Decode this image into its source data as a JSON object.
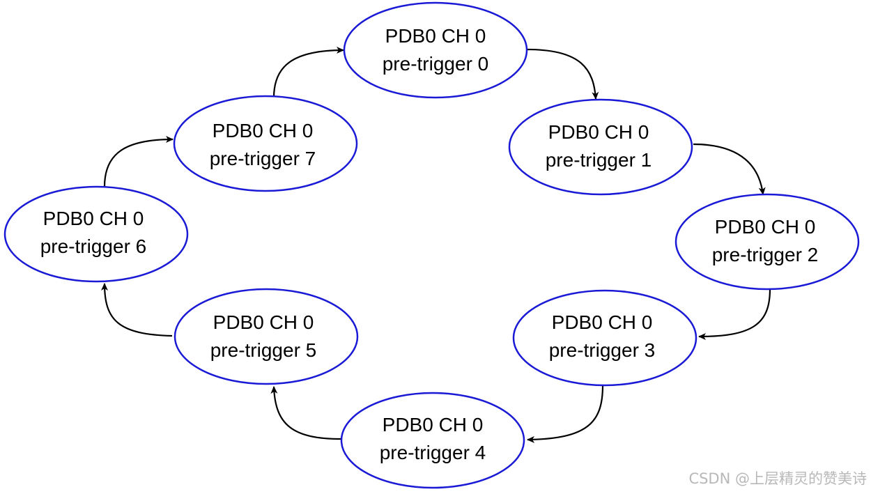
{
  "diagram": {
    "nodes": [
      {
        "id": "n0",
        "line1": "PDB0 CH 0",
        "line2": "pre-trigger 0"
      },
      {
        "id": "n1",
        "line1": "PDB0 CH 0",
        "line2": "pre-trigger 1"
      },
      {
        "id": "n2",
        "line1": "PDB0 CH 0",
        "line2": "pre-trigger 2"
      },
      {
        "id": "n3",
        "line1": "PDB0 CH 0",
        "line2": "pre-trigger 3"
      },
      {
        "id": "n4",
        "line1": "PDB0 CH 0",
        "line2": "pre-trigger 4"
      },
      {
        "id": "n5",
        "line1": "PDB0 CH 0",
        "line2": "pre-trigger 5"
      },
      {
        "id": "n6",
        "line1": "PDB0 CH 0",
        "line2": "pre-trigger 6"
      },
      {
        "id": "n7",
        "line1": "PDB0 CH 0",
        "line2": "pre-trigger 7"
      }
    ],
    "edges": [
      {
        "from": "n0",
        "to": "n1"
      },
      {
        "from": "n1",
        "to": "n2"
      },
      {
        "from": "n2",
        "to": "n3"
      },
      {
        "from": "n3",
        "to": "n4"
      },
      {
        "from": "n4",
        "to": "n5"
      },
      {
        "from": "n5",
        "to": "n6"
      },
      {
        "from": "n6",
        "to": "n7"
      },
      {
        "from": "n7",
        "to": "n0"
      }
    ],
    "colors": {
      "node_border": "#1a1ad6",
      "edge": "#000000",
      "text": "#000000"
    }
  },
  "watermark": "CSDN @上层精灵的赞美诗"
}
